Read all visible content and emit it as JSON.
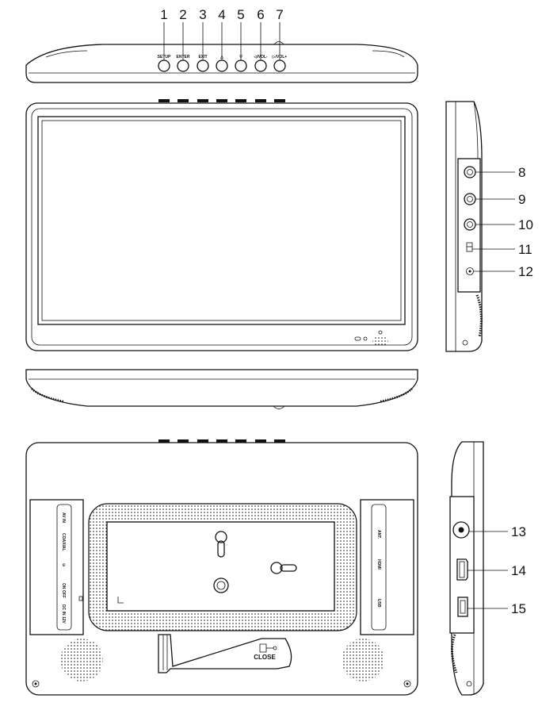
{
  "callouts": {
    "top": [
      "1",
      "2",
      "3",
      "4",
      "5",
      "6",
      "7"
    ],
    "side_front": [
      "8",
      "9",
      "10",
      "11",
      "12"
    ],
    "side_back": [
      "13",
      "14",
      "15"
    ]
  },
  "top_buttons": [
    "SETUP",
    "ENTER",
    "EXIT",
    "△",
    "▽",
    "◁/VOL-",
    "▷/VOL+"
  ],
  "back_left_ports": [
    "AV IN",
    "COAXIAL",
    "⊙",
    "ON OFF",
    "DC IN 12V"
  ],
  "back_right_ports": [
    "ANT.",
    "HDMI",
    "USB"
  ],
  "stand_label": "CLOSE",
  "colors": {
    "line": "#111111",
    "background": "#ffffff"
  }
}
